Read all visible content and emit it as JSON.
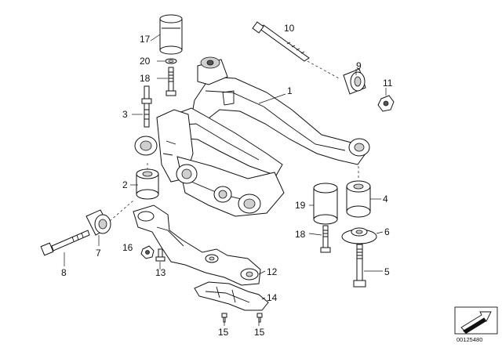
{
  "callouts": [
    {
      "id": "1",
      "label": "1"
    },
    {
      "id": "2",
      "label": "2"
    },
    {
      "id": "3",
      "label": "3"
    },
    {
      "id": "4",
      "label": "4"
    },
    {
      "id": "5",
      "label": "5"
    },
    {
      "id": "6",
      "label": "6"
    },
    {
      "id": "7",
      "label": "7"
    },
    {
      "id": "8",
      "label": "8"
    },
    {
      "id": "9",
      "label": "9"
    },
    {
      "id": "10",
      "label": "10"
    },
    {
      "id": "11",
      "label": "11"
    },
    {
      "id": "12",
      "label": "12"
    },
    {
      "id": "13",
      "label": "13"
    },
    {
      "id": "14",
      "label": "14"
    },
    {
      "id": "15a",
      "label": "15"
    },
    {
      "id": "15b",
      "label": "15"
    },
    {
      "id": "16",
      "label": "16"
    },
    {
      "id": "17",
      "label": "17"
    },
    {
      "id": "18a",
      "label": "18"
    },
    {
      "id": "18b",
      "label": "18"
    },
    {
      "id": "19",
      "label": "19"
    },
    {
      "id": "20",
      "label": "20"
    }
  ],
  "footer": {
    "diagram_number": "00125480"
  }
}
